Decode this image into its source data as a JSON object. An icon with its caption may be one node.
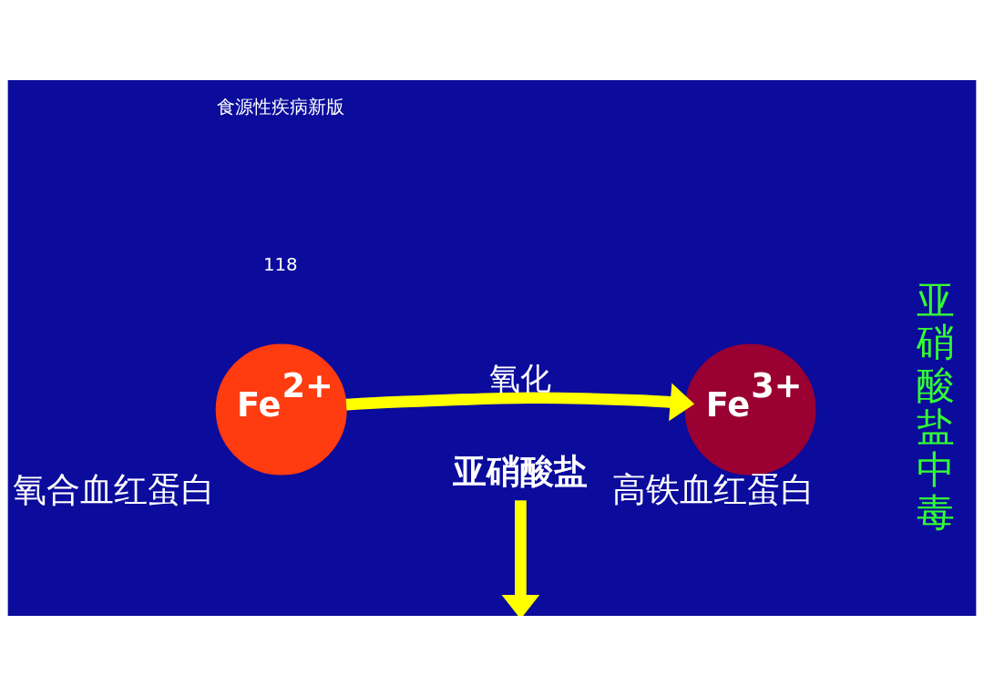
{
  "diagram": {
    "nodes": [
      {
        "text": [
          "Fe$^{2+}$"
        ],
        "beside": [
          "氧合血红蛋白"
        ]
      },
      {
        "text": [
          "Fe$^{3+}$"
        ],
        "beside": [
          "高铁血红蛋白"
        ]
      },
      {
        "text": [
          "亚硝酸盐"
        ]
      }
    ],
    "edges": [
      {
        "from": 0,
        "to": 1,
        "arrow": "to",
        "label": "氧化"
      },
      {
        "from": 2,
        "to": null,
        "arrow": "to"
      }
    ],
    "labels": [
      "亚硝酸盐中毒",
      "食源性疾病新版",
      "118"
    ]
  }
}
